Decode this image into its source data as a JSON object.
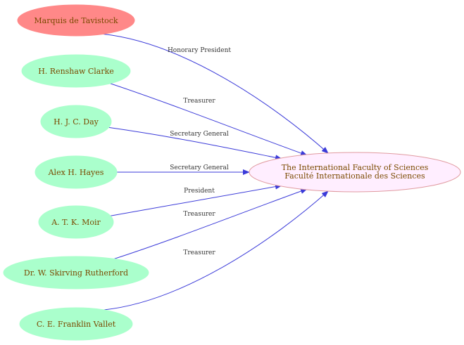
{
  "colors": {
    "edge": "#3b3bd9",
    "person_fill": "#aaffcc",
    "highlight_fill": "#ff8888",
    "highlight_stroke": "#ff8888",
    "org_fill": "#ffeeff",
    "org_stroke": "#e09aa0",
    "node_text": "#7a4a00"
  },
  "organization": {
    "line1": "The International Faculty of Sciences",
    "line2": "Faculté Internationale des Sciences"
  },
  "people": [
    {
      "name": "Marquis de Tavistock",
      "role": "Honorary President",
      "highlight": true
    },
    {
      "name": "H. Renshaw Clarke",
      "role": "Treasurer",
      "highlight": false
    },
    {
      "name": "H. J. C. Day",
      "role": "Secretary General",
      "highlight": false
    },
    {
      "name": "Alex H. Hayes",
      "role": "Secretary General",
      "highlight": false
    },
    {
      "name": "A. T. K. Moir",
      "role": "President",
      "highlight": false
    },
    {
      "name": "Dr. W. Skirving Rutherford",
      "role": "Treasurer",
      "highlight": false
    },
    {
      "name": "C. E. Franklin Vallet",
      "role": "Treasurer",
      "highlight": false
    }
  ]
}
